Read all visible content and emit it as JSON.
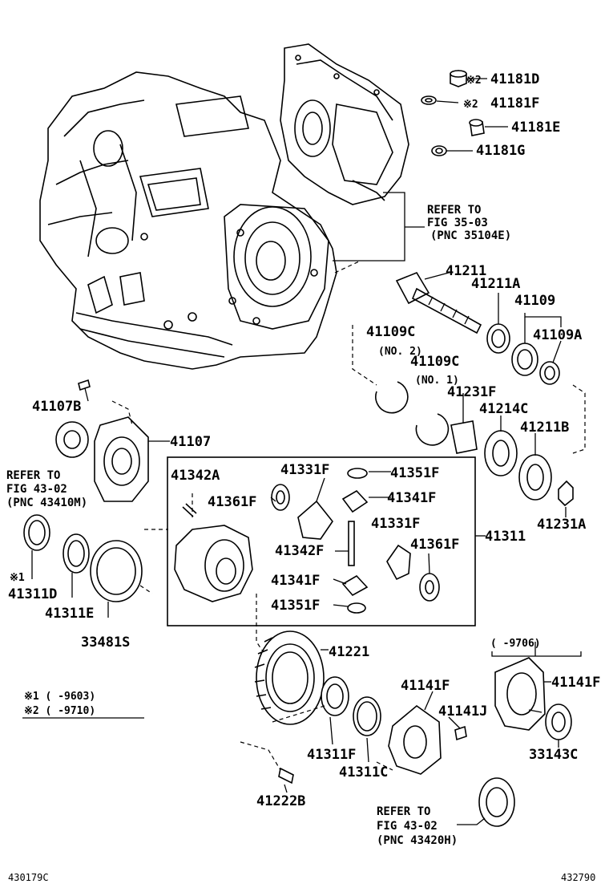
{
  "parts": {
    "p41181D": "41181D",
    "p41181F": "41181F",
    "p41181E": "41181E",
    "p41181G": "41181G",
    "p41211": "41211",
    "p41211A": "41211A",
    "p41109": "41109",
    "p41109C_top": "41109C",
    "p41109A": "41109A",
    "p41109C_mid": "41109C",
    "p41231F": "41231F",
    "p41214C": "41214C",
    "p41211B": "41211B",
    "p41107B": "41107B",
    "p41107": "41107",
    "p41342A": "41342A",
    "p41331F_a": "41331F",
    "p41351F_a": "41351F",
    "p41361F_a": "41361F",
    "p41341F_a": "41341F",
    "p41331F_b": "41331F",
    "p41342F": "41342F",
    "p41361F_b": "41361F",
    "p41311": "41311",
    "p41341F_b": "41341F",
    "p41351F_b": "41351F",
    "p41231A": "41231A",
    "p41311D": "41311D",
    "p41311E": "41311E",
    "p33481S": "33481S",
    "p41221": "41221",
    "p41141F_a": "41141F",
    "p41141F_b": "41141F",
    "p41141J": "41141J",
    "p33143C": "33143C",
    "p41311F": "41311F",
    "p41311C": "41311C",
    "p41222B": "41222B"
  },
  "marks": {
    "m2a": "※2",
    "m2b": "※2",
    "m1": "※1"
  },
  "notes": {
    "no2": "(NO. 2)",
    "no1": "(NO. 1)",
    "range9706": "(      -9706)"
  },
  "refs": {
    "r1_l1": "REFER TO",
    "r1_l2": "FIG 35-03",
    "r1_l3": "(PNC 35104E)",
    "r2_l1": "REFER TO",
    "r2_l2": "FIG 43-02",
    "r2_l3": "(PNC 43410M)",
    "r3_l1": "REFER TO",
    "r3_l2": "FIG 43-02",
    "r3_l3": "(PNC 43420H)"
  },
  "legend": {
    "l1": "※1 (      -9603)",
    "l2": "※2 (      -9710)"
  },
  "footer": {
    "left": "430179C",
    "right": "432790"
  }
}
